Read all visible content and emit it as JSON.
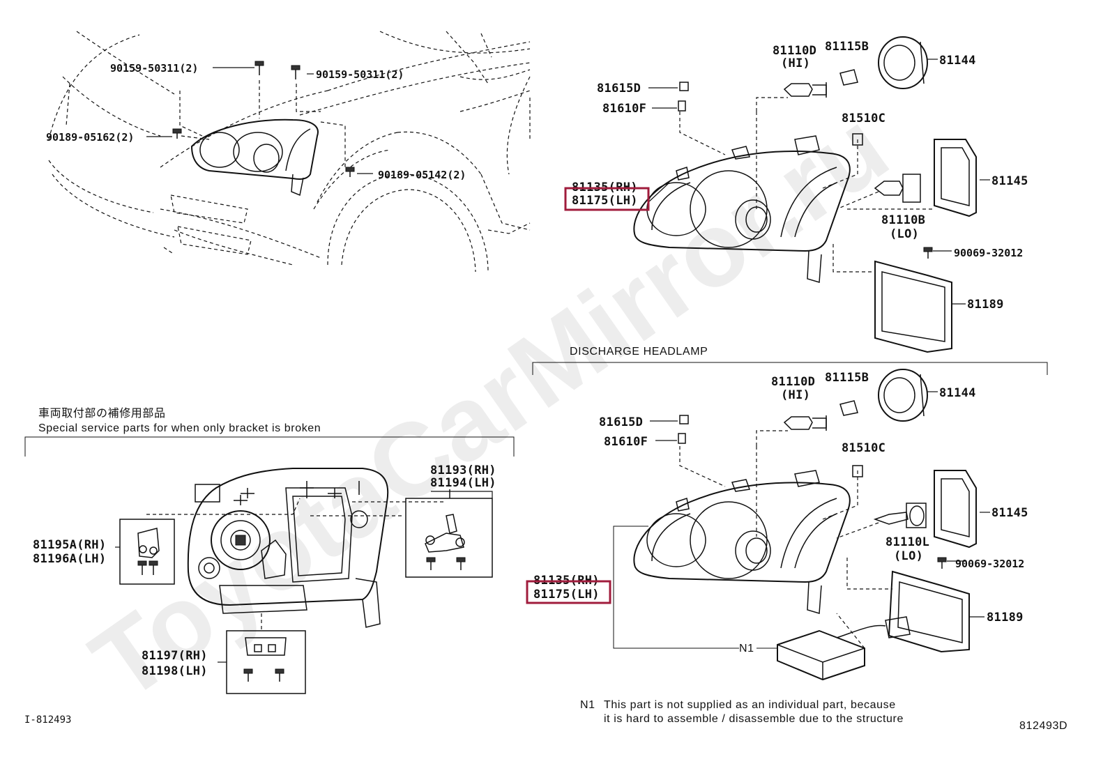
{
  "watermark": "ToyotaCarMirror.ru",
  "top_left": {
    "screws": [
      {
        "label": "90159-50311(2)"
      },
      {
        "label": "90159-50311(2)"
      },
      {
        "label": "90189-05162(2)"
      },
      {
        "label": "90189-05142(2)"
      }
    ]
  },
  "headlamp_std": {
    "parts": {
      "p81110D": "81110D",
      "p81110D_sub": "(HI)",
      "p81115B": "81115B",
      "p81144": "81144",
      "p81615D": "81615D",
      "p81610F": "81610F",
      "p81510C": "81510C",
      "p81145": "81145",
      "p81110B": "81110B",
      "p81110B_sub": "(LO)",
      "p90069": "90069-32012",
      "p81189": "81189",
      "p81135": "81135(RH)",
      "p81175": "81175(LH)"
    }
  },
  "headlamp_discharge": {
    "title": "DISCHARGE HEADLAMP",
    "parts": {
      "p81110D": "81110D",
      "p81110D_sub": "(HI)",
      "p81115B": "81115B",
      "p81144": "81144",
      "p81615D": "81615D",
      "p81610F": "81610F",
      "p81510C": "81510C",
      "p81145": "81145",
      "p81110L": "81110L",
      "p81110L_sub": "(LO)",
      "p90069": "90069-32012",
      "p81189": "81189",
      "p81135": "81135(RH)",
      "p81175": "81175(LH)",
      "n1": "N1"
    },
    "note_marker": "N1",
    "note_line1": "This part is not supplied as an individual part, because",
    "note_line2": "it is hard to assemble / disassemble due to the structure"
  },
  "bracket_section": {
    "title_jp": "車両取付部の補修用部品",
    "title_en": "Special service parts for when only bracket is broken",
    "parts": {
      "p81193": "81193(RH)",
      "p81194": "81194(LH)",
      "p81195A": "81195A(RH)",
      "p81196A": "81196A(LH)",
      "p81197": "81197(RH)",
      "p81198": "81198(LH)"
    }
  },
  "footer": {
    "left_code": "I-812493",
    "right_code": "812493D"
  },
  "colors": {
    "highlight": "#a01c3c",
    "line": "#111111",
    "watermark": "#e4e4e4"
  }
}
